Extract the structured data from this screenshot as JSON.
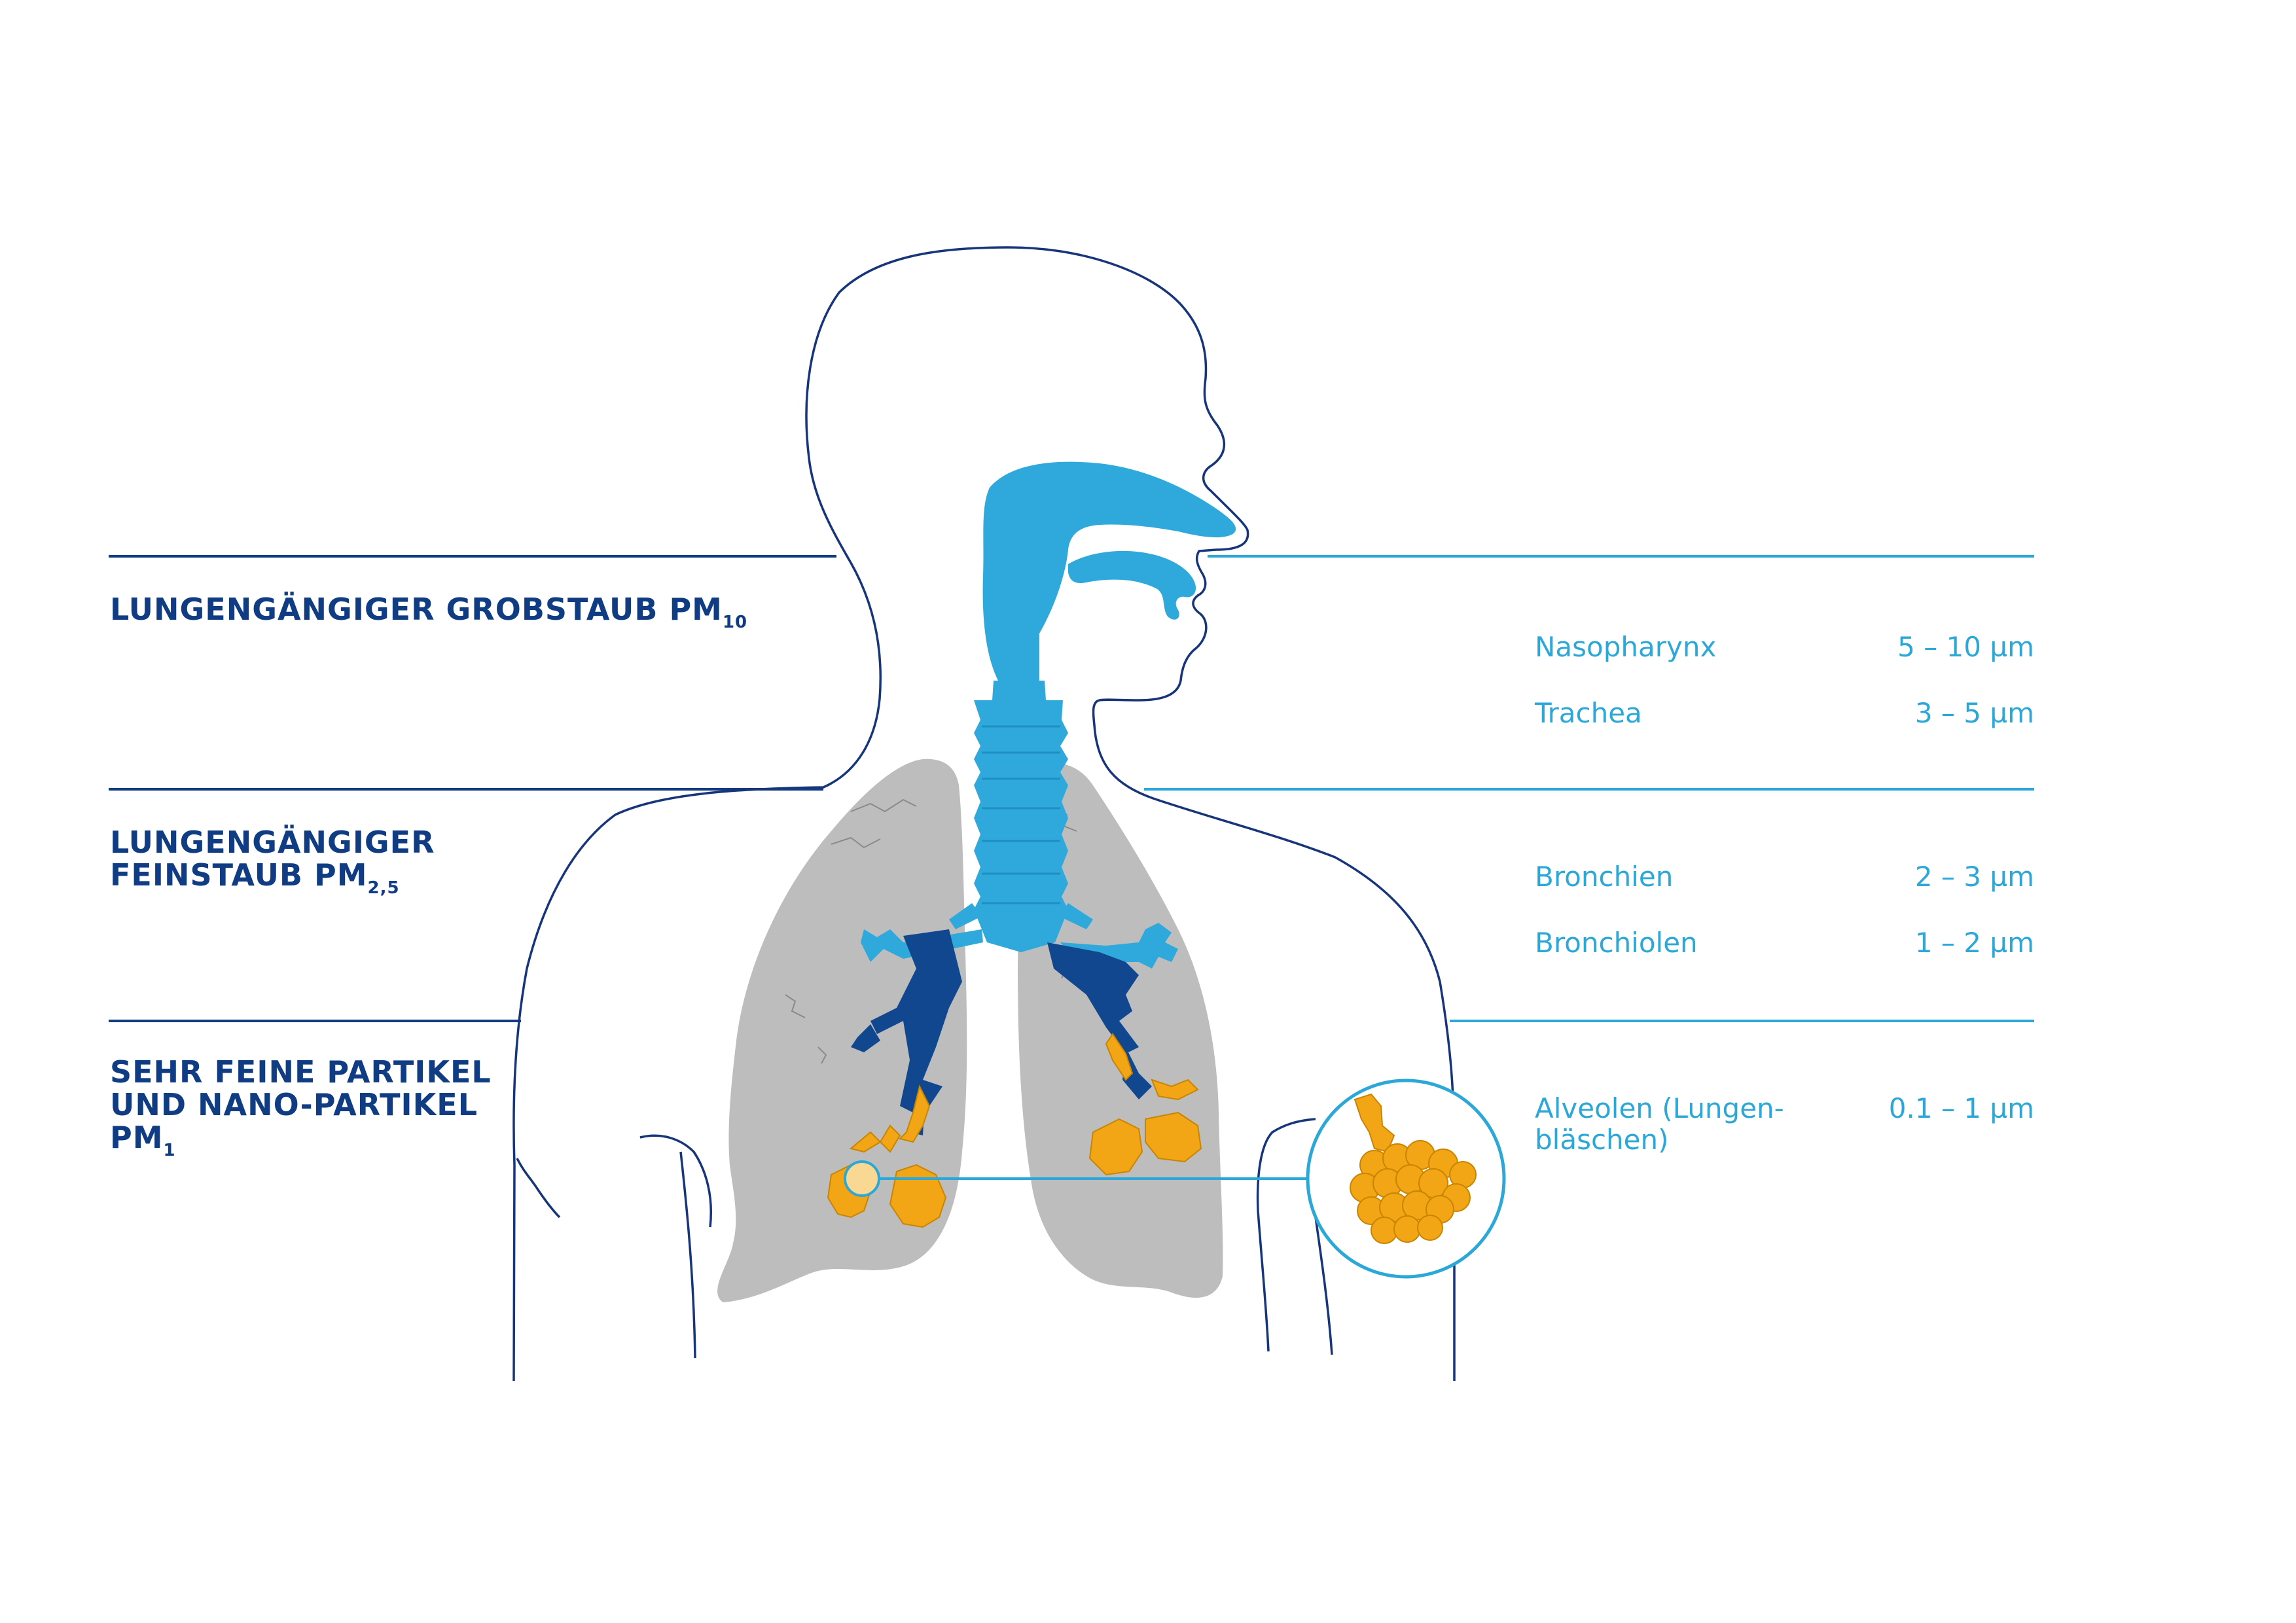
{
  "colors": {
    "navy": "#0f3c82",
    "cyan": "#2ba8d8",
    "outline": "#16357a",
    "lung_gray": "#bdbdbd",
    "alveoli_orange": "#f2a615",
    "airway_blue": "#2fa8db",
    "bronchi_dark": "#11478f"
  },
  "categories": [
    {
      "main": "LUNGENGÄNGIGER GROBSTAUB PM",
      "sub": "10"
    },
    {
      "line1": "LUNGENGÄNGIGER",
      "line2_main": "FEINSTAUB PM",
      "sub": "2,5"
    },
    {
      "line1": "SEHR FEINE PARTIKEL",
      "line2": "UND NANO-PARTIKEL",
      "line3_main": "PM",
      "sub": "1"
    }
  ],
  "regions": [
    {
      "name": "Nasopharynx",
      "size": "5 – 10 µm"
    },
    {
      "name": "Trachea",
      "size": "3 – 5 µm"
    },
    {
      "name": "Bronchien",
      "size": "2 – 3 µm"
    },
    {
      "name": "Bronchiolen",
      "size": "1 – 2 µm"
    },
    {
      "name_line1": "Alveolen (Lungen-",
      "name_line2": "bläschen)",
      "size": "0.1 – 1 µm"
    }
  ],
  "icons": [
    "human-silhouette-icon",
    "lungs-icon",
    "airway-icon",
    "alveoli-magnifier-icon"
  ]
}
